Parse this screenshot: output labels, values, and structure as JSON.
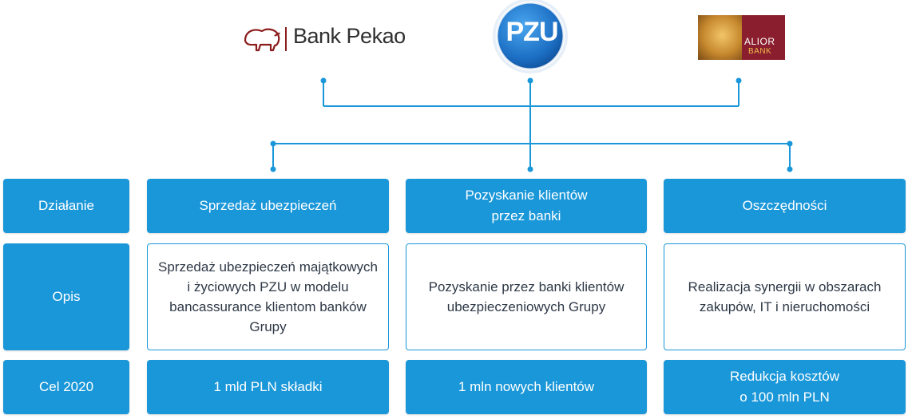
{
  "logos": {
    "pekao": {
      "text": "Bank Pekao",
      "color": "#8b1c1c"
    },
    "pzu": {
      "text": "PZU",
      "color": "#1c6fc4"
    },
    "alior": {
      "name": "ALIOR",
      "sub": "BANK",
      "color": "#8a1e2e"
    }
  },
  "rows": {
    "dzialanie": "Działanie",
    "opis": "Opis",
    "cel": "Cel 2020"
  },
  "columns": [
    {
      "action": "Sprzedaż ubezpieczeń",
      "description": "Sprzedaż ubezpieczeń majątkowych\ni życiowych PZU w modelu\nbancassurance klientom banków\nGrupy",
      "goal": "1 mld PLN składki"
    },
    {
      "action": "Pozyskanie klientów\nprzez banki",
      "description": "Pozyskanie przez banki klientów\nubezpieczeniowych Grupy",
      "goal": "1 mln nowych klientów"
    },
    {
      "action": "Oszczędności",
      "description": "Realizacja synergii w obszarach\nzakupów, IT i nieruchomości",
      "goal": "Redukcja kosztów\no 100 mln PLN"
    }
  ],
  "colors": {
    "accent": "#1a97d9",
    "text_dark": "#2d3846"
  }
}
